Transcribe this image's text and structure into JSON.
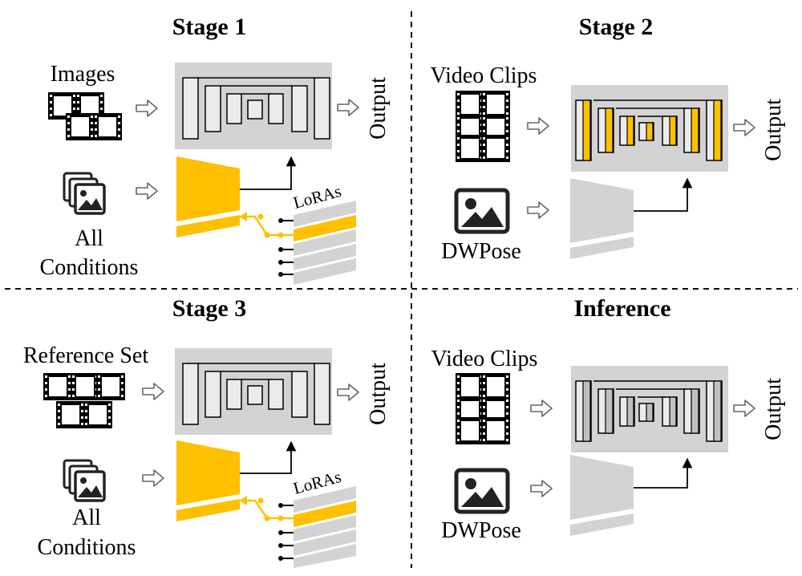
{
  "colors": {
    "accent_yellow": "#FFC000",
    "panel_gray": "#D3D3D3",
    "block_light": "#EBEBEB",
    "block_mid": "#BFBFBF",
    "line": "#000000"
  },
  "panels": {
    "stage1": {
      "title": "Stage 1",
      "input_label": "Images",
      "cond_label_1": "All",
      "cond_label_2": "Conditions",
      "output_label": "Output",
      "lora_label": "LoRAs"
    },
    "stage2": {
      "title": "Stage 2",
      "input_label": "Video Clips",
      "cond_label": "DWPose",
      "output_label": "Output"
    },
    "stage3": {
      "title": "Stage 3",
      "input_label": "Reference Set",
      "cond_label_1": "All",
      "cond_label_2": "Conditions",
      "output_label": "Output",
      "lora_label": "LoRAs"
    },
    "inference": {
      "title": "Inference",
      "input_label": "Video Clips",
      "cond_label": "DWPose",
      "output_label": "Output"
    }
  },
  "icons": {
    "arrow": "hollow-right-arrow-icon",
    "film": "film-strip-icon",
    "gallery": "image-stack-icon",
    "image": "image-icon"
  }
}
